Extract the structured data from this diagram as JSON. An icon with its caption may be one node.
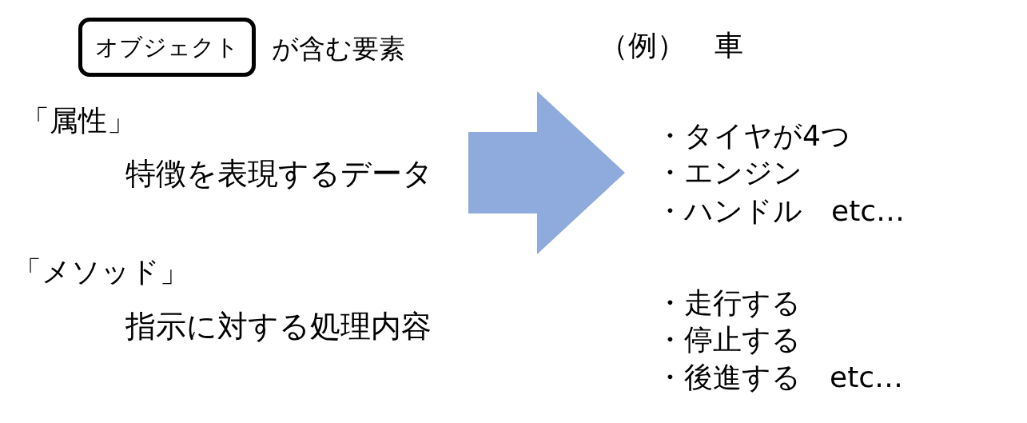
{
  "diagram": {
    "nodes": [
      {
        "text": [
          "オブジェクト"
        ],
        "beside": [
          "が含む要素"
        ]
      }
    ],
    "labels": [
      "「属性」",
      "特徴を表現するデータ",
      "「メソッド」",
      "指示に対する処理内容",
      "（例）　車",
      "・タイヤが4つ",
      "・エンジン",
      "・ハンドル　etc…",
      "・走行する",
      "・停止する",
      "・後進する　etc…"
    ]
  }
}
